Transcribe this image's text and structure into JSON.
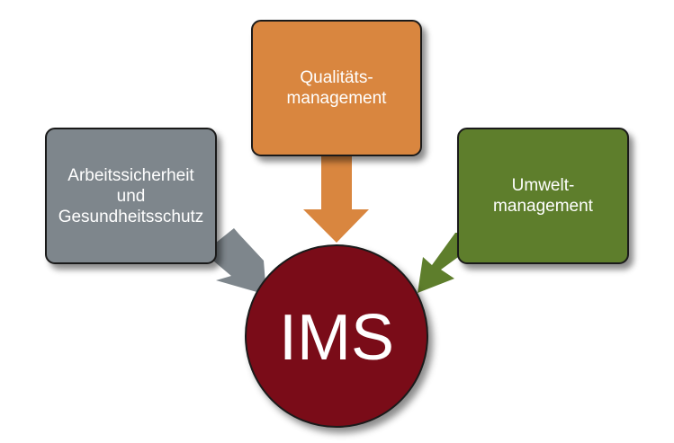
{
  "diagram": {
    "center": {
      "label": "IMS",
      "color": "#7a0c18"
    },
    "boxes": [
      {
        "label": "Arbeitssicherheit\nund\nGesundheitsschutz",
        "color": "#7e868c",
        "arrow_color": "#7e868c"
      },
      {
        "label": "Qualitäts-\nmanagement",
        "color": "#d9863f",
        "arrow_color": "#d9863f"
      },
      {
        "label": "Umwelt-\nmanagement",
        "color": "#5e7e2c",
        "arrow_color": "#5e7e2c"
      }
    ]
  }
}
